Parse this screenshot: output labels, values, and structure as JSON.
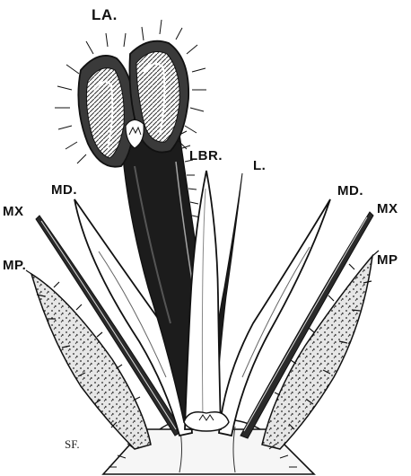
{
  "labels": {
    "la": "LA.",
    "lbr": "LBR.",
    "l": "L.",
    "md_left": "MD.",
    "md_right": "MD.",
    "mx_left": "MX",
    "mx_right": "MX",
    "mp_left": "MP.",
    "mp_right": "MP"
  },
  "signature": "SF.",
  "colors": {
    "ink": "#111111",
    "paper": "#ffffff",
    "shade": "#3a3a3a"
  }
}
